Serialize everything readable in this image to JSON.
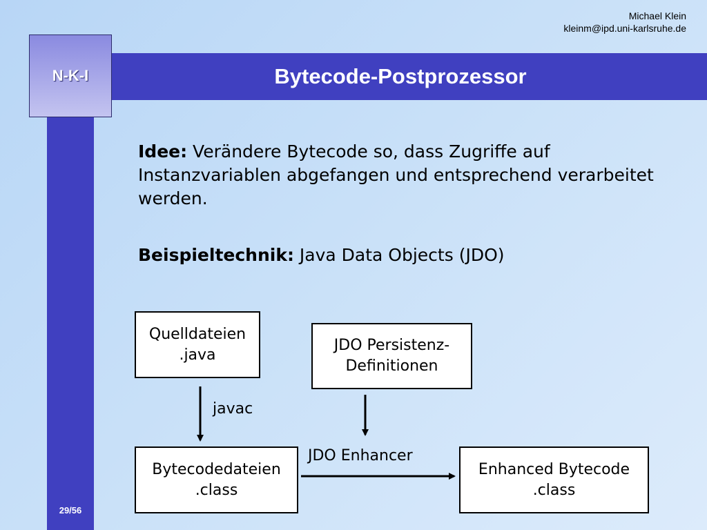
{
  "header": {
    "author_name": "Michael Klein",
    "author_email": "kleinm@ipd.uni-karlsruhe.de",
    "title": "Bytecode-Postprozessor",
    "logo_text": "N-K-I"
  },
  "footer": {
    "page": "29/56"
  },
  "content": {
    "idea_label": "Idee:",
    "idea_text": " Verändere Bytecode so, dass Zugriffe auf Instanzvariablen abgefangen und entsprechend verarbeitet werden.",
    "example_label": "Beispieltechnik:",
    "example_text": " Java Data Objects (JDO)"
  },
  "diagram": {
    "source_files": {
      "line1": "Quelldateien",
      "line2": ".java"
    },
    "jdo_definitions": {
      "line1": "JDO Persistenz-",
      "line2": "Definitionen"
    },
    "bytecode_files": {
      "line1": "Bytecodedateien",
      "line2": ".class"
    },
    "enhanced_bytecode": {
      "line1": "Enhanced Bytecode",
      "line2": ".class"
    },
    "javac_label": "javac",
    "enhancer_label": "JDO Enhancer"
  }
}
